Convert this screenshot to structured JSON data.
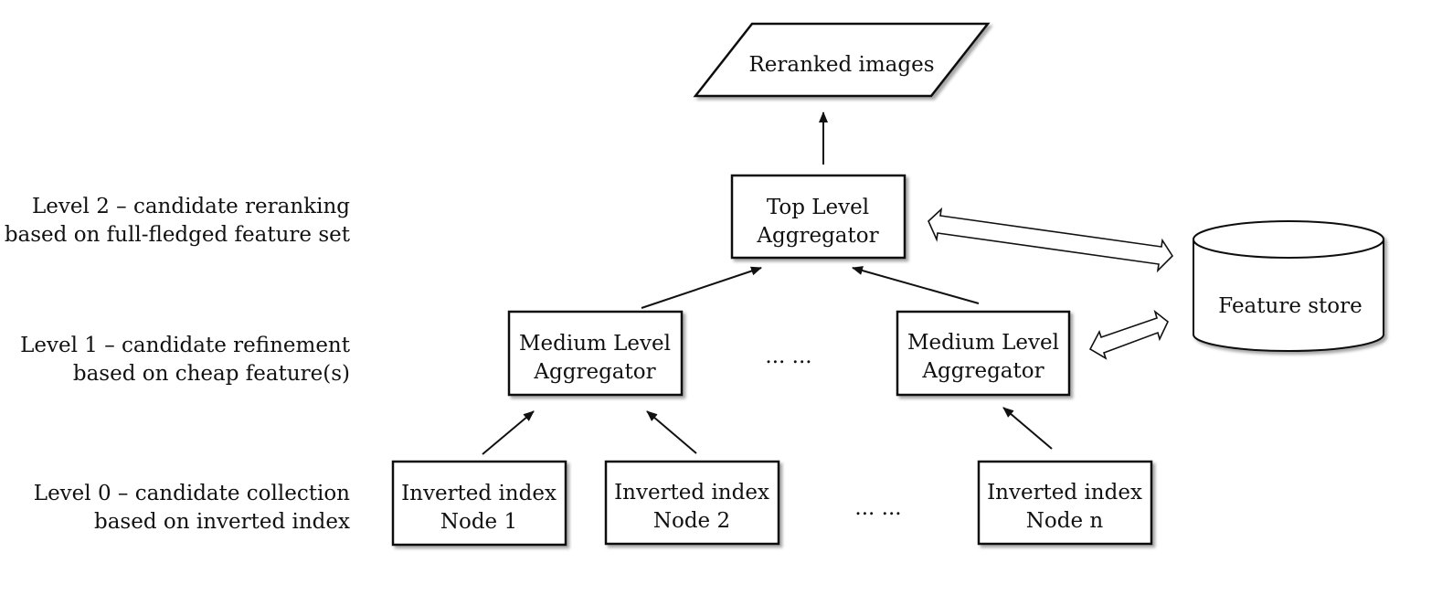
{
  "levels": [
    {
      "line1": "Level 2 – candidate reranking",
      "line2": "based on full-fledged feature set"
    },
    {
      "line1": "Level 1 – candidate refinement",
      "line2": "based on cheap feature(s)"
    },
    {
      "line1": "Level 0 – candidate collection",
      "line2": "based on inverted index"
    }
  ],
  "output": {
    "label": "Reranked images"
  },
  "top_aggregator": {
    "line1": "Top Level",
    "line2": "Aggregator"
  },
  "medium_aggregators": [
    {
      "line1": "Medium Level",
      "line2": "Aggregator"
    },
    {
      "line1": "Medium Level",
      "line2": "Aggregator"
    }
  ],
  "index_nodes": [
    {
      "line1": "Inverted index",
      "line2": "Node 1"
    },
    {
      "line1": "Inverted index",
      "line2": "Node 2"
    },
    {
      "line1": "Inverted index",
      "line2": "Node n"
    }
  ],
  "ellipsis": {
    "medium": "... ...",
    "nodes": "... ..."
  },
  "feature_store": {
    "label": "Feature store"
  }
}
